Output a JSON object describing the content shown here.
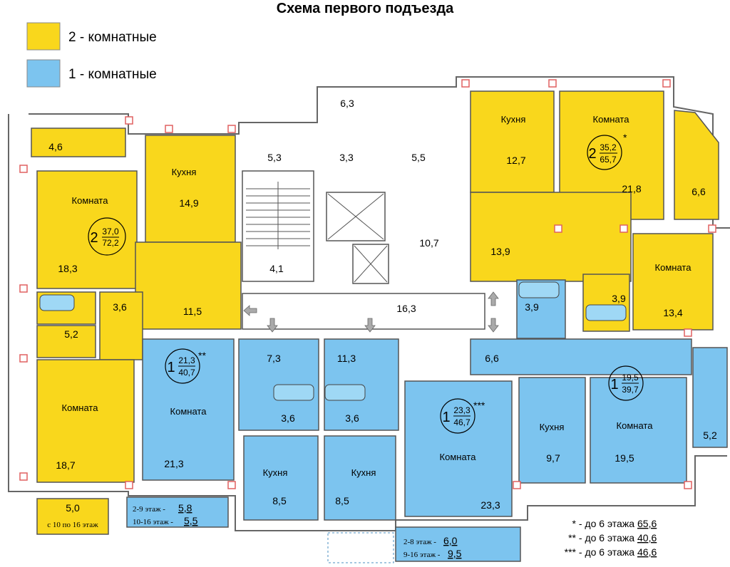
{
  "title": "Схема первого подъезда",
  "legend": [
    {
      "label": "2 - комнатные",
      "color": "#f9d71c"
    },
    {
      "label": "1 - комнатные",
      "color": "#7cc4ef"
    }
  ],
  "colors": {
    "two_room": "#f9d71c",
    "one_room": "#7cc4ef",
    "wall": "#555555",
    "marker": "#e06060"
  },
  "room_labels": {
    "kitchen": "Кухня",
    "room": "Комната"
  },
  "areas": {
    "a4_6": "4,6",
    "a14_9": "14,9",
    "a18_3": "18,3",
    "a3_6": "3,6",
    "a5_2": "5,2",
    "a11_5": "11,5",
    "a18_7": "18,7",
    "a5_0": "5,0",
    "balcony_note": "с 10 по 16 этаж",
    "a6_3": "6,3",
    "a5_3": "5,3",
    "a3_3": "3,3",
    "a5_5": "5,5",
    "a4_1": "4,1",
    "a10_7": "10,7",
    "a16_3": "16,3",
    "a12_7": "12,7",
    "a21_8": "21,8",
    "a6_6r": "6,6",
    "a13_9": "13,9",
    "a3_9a": "3,9",
    "a3_9b": "3,9",
    "a13_4": "13,4",
    "a21_3": "21,3",
    "a7_3": "7,3",
    "a11_3": "11,3",
    "a3_6b": "3,6",
    "a3_6c": "3,6",
    "a8_5a": "8,5",
    "a8_5b": "8,5",
    "a23_3": "23,3",
    "a6_6": "6,6",
    "a9_7": "9,7",
    "a19_5": "19,5",
    "a5_2r": "5,2"
  },
  "apartments": [
    {
      "rooms": "2",
      "living": "37,0",
      "total": "72,2",
      "mark": ""
    },
    {
      "rooms": "2",
      "living": "35,2",
      "total": "65,7",
      "mark": "*"
    },
    {
      "rooms": "1",
      "living": "21,3",
      "total": "40,7",
      "mark": "**"
    },
    {
      "rooms": "1",
      "living": "23,3",
      "total": "46,7",
      "mark": "***"
    },
    {
      "rooms": "1",
      "living": "19,5",
      "total": "39,7",
      "mark": ""
    }
  ],
  "balcony_notes": {
    "left_line1_label": "2-9 этаж -",
    "left_line1_value": "5,8",
    "left_line2_label": "10-16 этаж -",
    "left_line2_value": "5,5",
    "mid_line1_label": "2-8 этаж -",
    "mid_line1_value": "6,0",
    "mid_line2_label": "9-16 этаж -",
    "mid_line2_value": "9,5"
  },
  "footnotes": [
    {
      "label": "* - до 6 этажа",
      "value": "65,6"
    },
    {
      "label": "** - до 6 этажа",
      "value": "40,6"
    },
    {
      "label": "*** - до 6 этажа",
      "value": "46,6"
    }
  ]
}
